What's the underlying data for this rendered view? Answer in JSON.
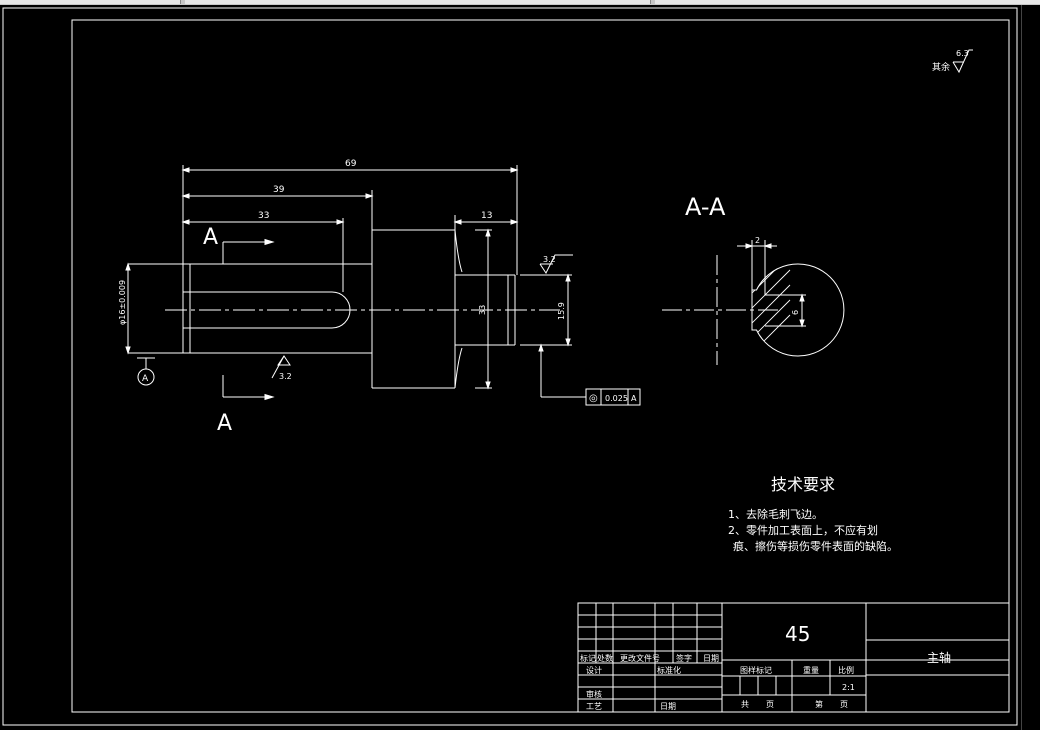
{
  "drawing": {
    "surface_finish_note": {
      "label": "其余",
      "value": "6.3"
    },
    "dimensions": {
      "overall_length": "69",
      "step_length": "39",
      "keyway_length": "33",
      "flange_width": "13",
      "flange_dia": "33",
      "shaft_dia": "φ16±0.009",
      "right_dia": "15.9",
      "keyway_width": "2",
      "keyway_depth": "6"
    },
    "roughness": {
      "top_right": "3.2",
      "bottom_left": "3.2"
    },
    "section": {
      "title": "A-A",
      "label_top": "A",
      "label_bottom": "A"
    },
    "datum": {
      "label": "A"
    },
    "tolerance_frame": {
      "symbol": "◎",
      "value": "0.025",
      "datum": "A"
    },
    "tech_req": {
      "title": "技术要求",
      "line1": "1、去除毛刺飞边。",
      "line2": "2、零件加工表面上，不应有划",
      "line3": "痕、擦伤等损伤零件表面的缺陷。"
    },
    "title_block": {
      "material": "45",
      "part_name": "主轴",
      "col_mark": "标记",
      "col_count": "处数",
      "col_doc": "更改文件号",
      "col_sign": "签字",
      "col_date": "日期",
      "design": "设计",
      "standardize": "标准化",
      "review": "审核",
      "process": "工艺",
      "date2": "日期",
      "stage_mark": "图样标记",
      "weight": "重量",
      "scale": "比例",
      "scale_value": "2:1",
      "total": "共",
      "sheet_unit": "页",
      "nth": "第",
      "sheet_unit2": "页"
    }
  }
}
